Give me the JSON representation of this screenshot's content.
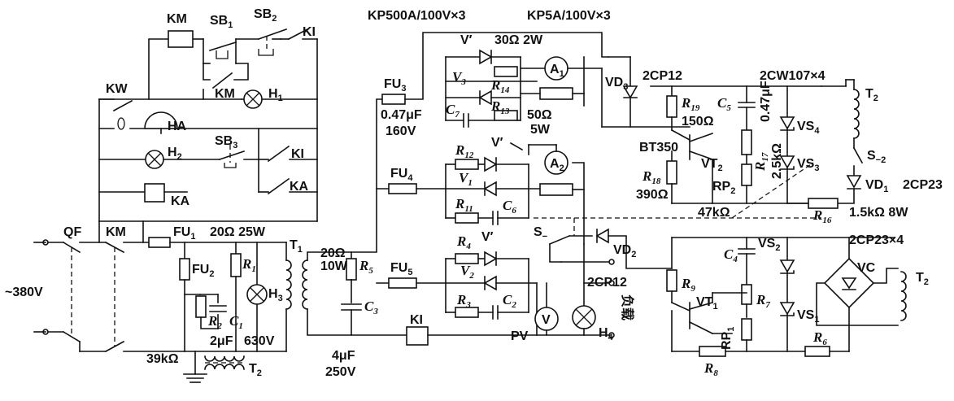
{
  "labels": {
    "top_left": "KP500A/100V×3",
    "top_right": "KP5A/100V×3",
    "km_coil": "KM",
    "sb1": "SB",
    "sb1_sub": "1",
    "sb2": "SB",
    "sb2_sub": "2",
    "ki_top": "KI",
    "kw": "KW",
    "km_lamp": "KM",
    "h1": "H",
    "h1_sub": "1",
    "ha": "HA",
    "h2": "H",
    "h2_sub": "2",
    "sb3": "SB",
    "sb3_sub": "3",
    "ki_mid": "KI",
    "ka_contact": "KA",
    "ka_coil": "KA",
    "qf": "QF",
    "km_main": "KM",
    "mains": "~380V",
    "fu1": "FU",
    "fu1_sub": "1",
    "r_20_25": "20Ω  25W",
    "fu2": "FU",
    "fu2_sub": "2",
    "r1": "R",
    "r1_sub": "1",
    "h3": "H",
    "h3_sub": "3",
    "r2": "R",
    "r2_sub": "2",
    "c1": "C",
    "c1_sub": "1",
    "c1_val": "2μF",
    "v630": "630V",
    "r39k": "39kΩ",
    "t2_bottom": "T",
    "t2_bottom_sub": "2",
    "t1": "T",
    "t1_sub": "1",
    "r5_val1": "20Ω",
    "r5_val2": "10W",
    "r5": "R",
    "r5_sub": "5",
    "c3": "C",
    "c3_sub": "3",
    "c3_val1": "4μF",
    "c3_val2": "250V",
    "ki_coil": "KI",
    "fu3": "FU",
    "fu3_sub": "3",
    "c7_val1": "0.47μF",
    "c7_val2": "160V",
    "fu4": "FU",
    "fu4_sub": "4",
    "fu5": "FU",
    "fu5_sub": "5",
    "vprime_top": "V′",
    "r30": "30Ω 2W",
    "v3": "V",
    "v3_sub": "3",
    "r14": "R",
    "r14_sub": "14",
    "a1": "A",
    "a1_sub": "1",
    "c7": "C",
    "c7_sub": "7",
    "r13": "R",
    "r13_sub": "13",
    "r50_1": "50Ω",
    "r50_2": "5W",
    "r12": "R",
    "r12_sub": "12",
    "vprime_mid": "V′",
    "v1": "V",
    "v1_sub": "1",
    "a2": "A",
    "a2_sub": "2",
    "r11": "R",
    "r11_sub": "11",
    "c6": "C",
    "c6_sub": "6",
    "r4": "R",
    "r4_sub": "4",
    "vprime_low": "V′",
    "v2": "V",
    "v2_sub": "2",
    "s_minus": "S",
    "s_minus_sub": "−",
    "r3": "R",
    "r3_sub": "3",
    "c2": "C",
    "c2_sub": "2",
    "pv": "PV",
    "pv_symbol": "V",
    "h4": "H",
    "h4_sub": "4",
    "load": "负载",
    "vd2": "VD",
    "vd2_sub": "2",
    "cp12_low": "2CP12",
    "vd3": "VD",
    "vd3_sub": "3",
    "cp12_top": "2CP12",
    "r19": "R",
    "r19_sub": "19",
    "r150": "150Ω",
    "c5": "C",
    "c5_sub": "5",
    "c5_val": "0.47μF",
    "bt350": "BT350",
    "vt2": "VT",
    "vt2_sub": "2",
    "r17": "R",
    "r17_sub": "17",
    "r17_val": "2.5kΩ",
    "r18": "R",
    "r18_sub": "18",
    "r390": "390Ω",
    "rp2": "RP",
    "rp2_sub": "2",
    "r47k": "47kΩ",
    "cw107": "2CW107×4",
    "vs4": "VS",
    "vs4_sub": "4",
    "vs3": "VS",
    "vs3_sub": "3",
    "t2_right": "T",
    "t2_right_sub": "2",
    "s_minus2": "S",
    "s_minus2_sub": "−2",
    "vd1": "VD",
    "vd1_sub": "1",
    "cp23": "2CP23",
    "r16": "R",
    "r16_sub": "16",
    "r16_val": "1.5kΩ 8W",
    "cp23x4": "2CP23×4",
    "c4": "C",
    "c4_sub": "4",
    "vs2": "VS",
    "vs2_sub": "2",
    "vc": "VC",
    "t2_lower": "T",
    "t2_lower_sub": "2",
    "r9": "R",
    "r9_sub": "9",
    "vt1": "VT",
    "vt1_sub": "1",
    "r7": "R",
    "r7_sub": "7",
    "rp1": "RP",
    "rp1_sub": "1",
    "vs1": "VS",
    "vs1_sub": "1",
    "r6": "R",
    "r6_sub": "6",
    "r8": "R",
    "r8_sub": "8"
  }
}
